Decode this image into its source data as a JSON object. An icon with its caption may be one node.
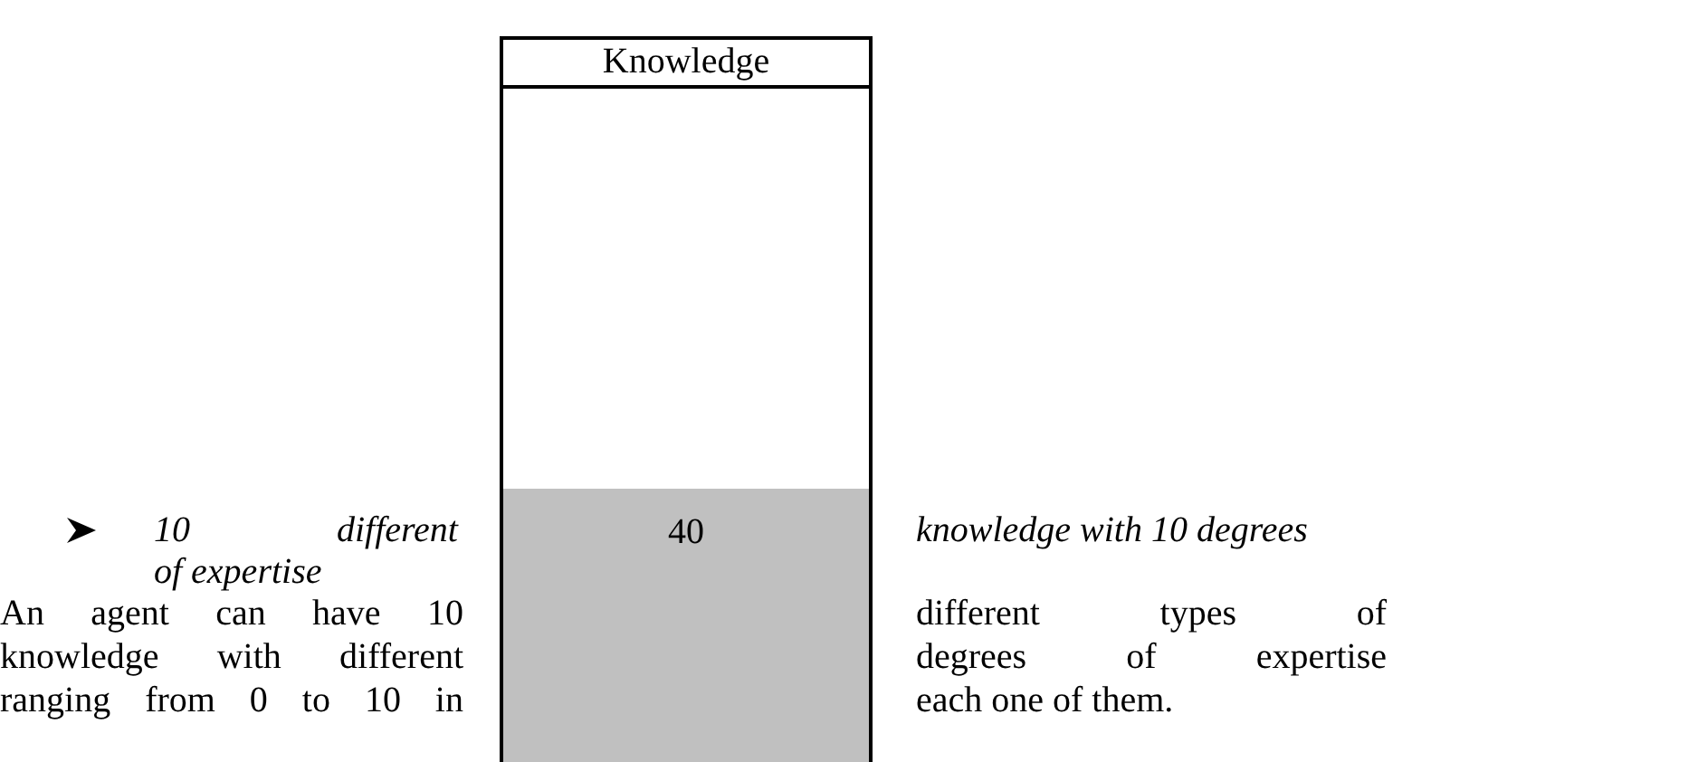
{
  "diagram": {
    "nodes": [
      {
        "text": [
          "Knowledge"
        ]
      },
      {
        "text": [
          "40"
        ],
        "in": 0
      }
    ],
    "labels": [
      "10 different",
      "knowledge with 10 degrees",
      "of expertise",
      "An agent can have 10",
      "different types of",
      "knowledge with different",
      "degrees of expertise",
      "ranging from 0 to 10 in",
      "each one of them."
    ]
  }
}
